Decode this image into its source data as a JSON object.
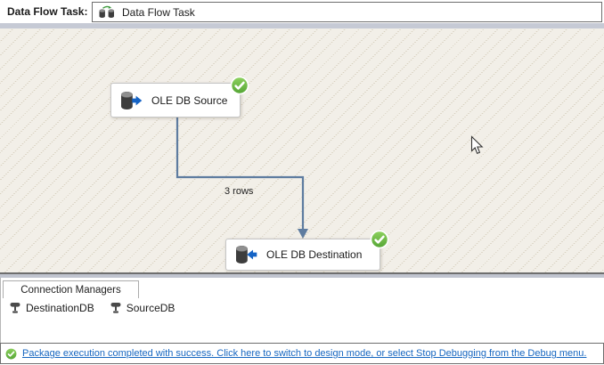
{
  "toolbar": {
    "label": "Data Flow Task:",
    "task_selector": {
      "value": "Data Flow Task",
      "icon": "data-flow-task-icon"
    }
  },
  "canvas": {
    "nodes": [
      {
        "id": "source",
        "label": "OLE DB Source",
        "icon": "ole-db-source-icon",
        "status": "success"
      },
      {
        "id": "destination",
        "label": "OLE DB Destination",
        "icon": "ole-db-destination-icon",
        "status": "success"
      }
    ],
    "connector": {
      "label": "3 rows",
      "color": "#5e7ca0"
    }
  },
  "connection_managers": {
    "tab_label": "Connection Managers",
    "items": [
      {
        "label": "DestinationDB",
        "icon": "connection-manager-icon"
      },
      {
        "label": "SourceDB",
        "icon": "connection-manager-icon"
      }
    ]
  },
  "status_bar": {
    "icon": "success-check-icon",
    "message": "Package execution completed with success. Click here to switch to design mode, or select Stop Debugging from the Debug menu."
  },
  "colors": {
    "success_green": "#6cbe45",
    "connector_blue": "#5e7ca0",
    "link_blue": "#1666c0",
    "canvas_background": "#f2efe8",
    "band_gray_blue": "#c6cad5",
    "db_arrow_blue": "#1563c5"
  }
}
